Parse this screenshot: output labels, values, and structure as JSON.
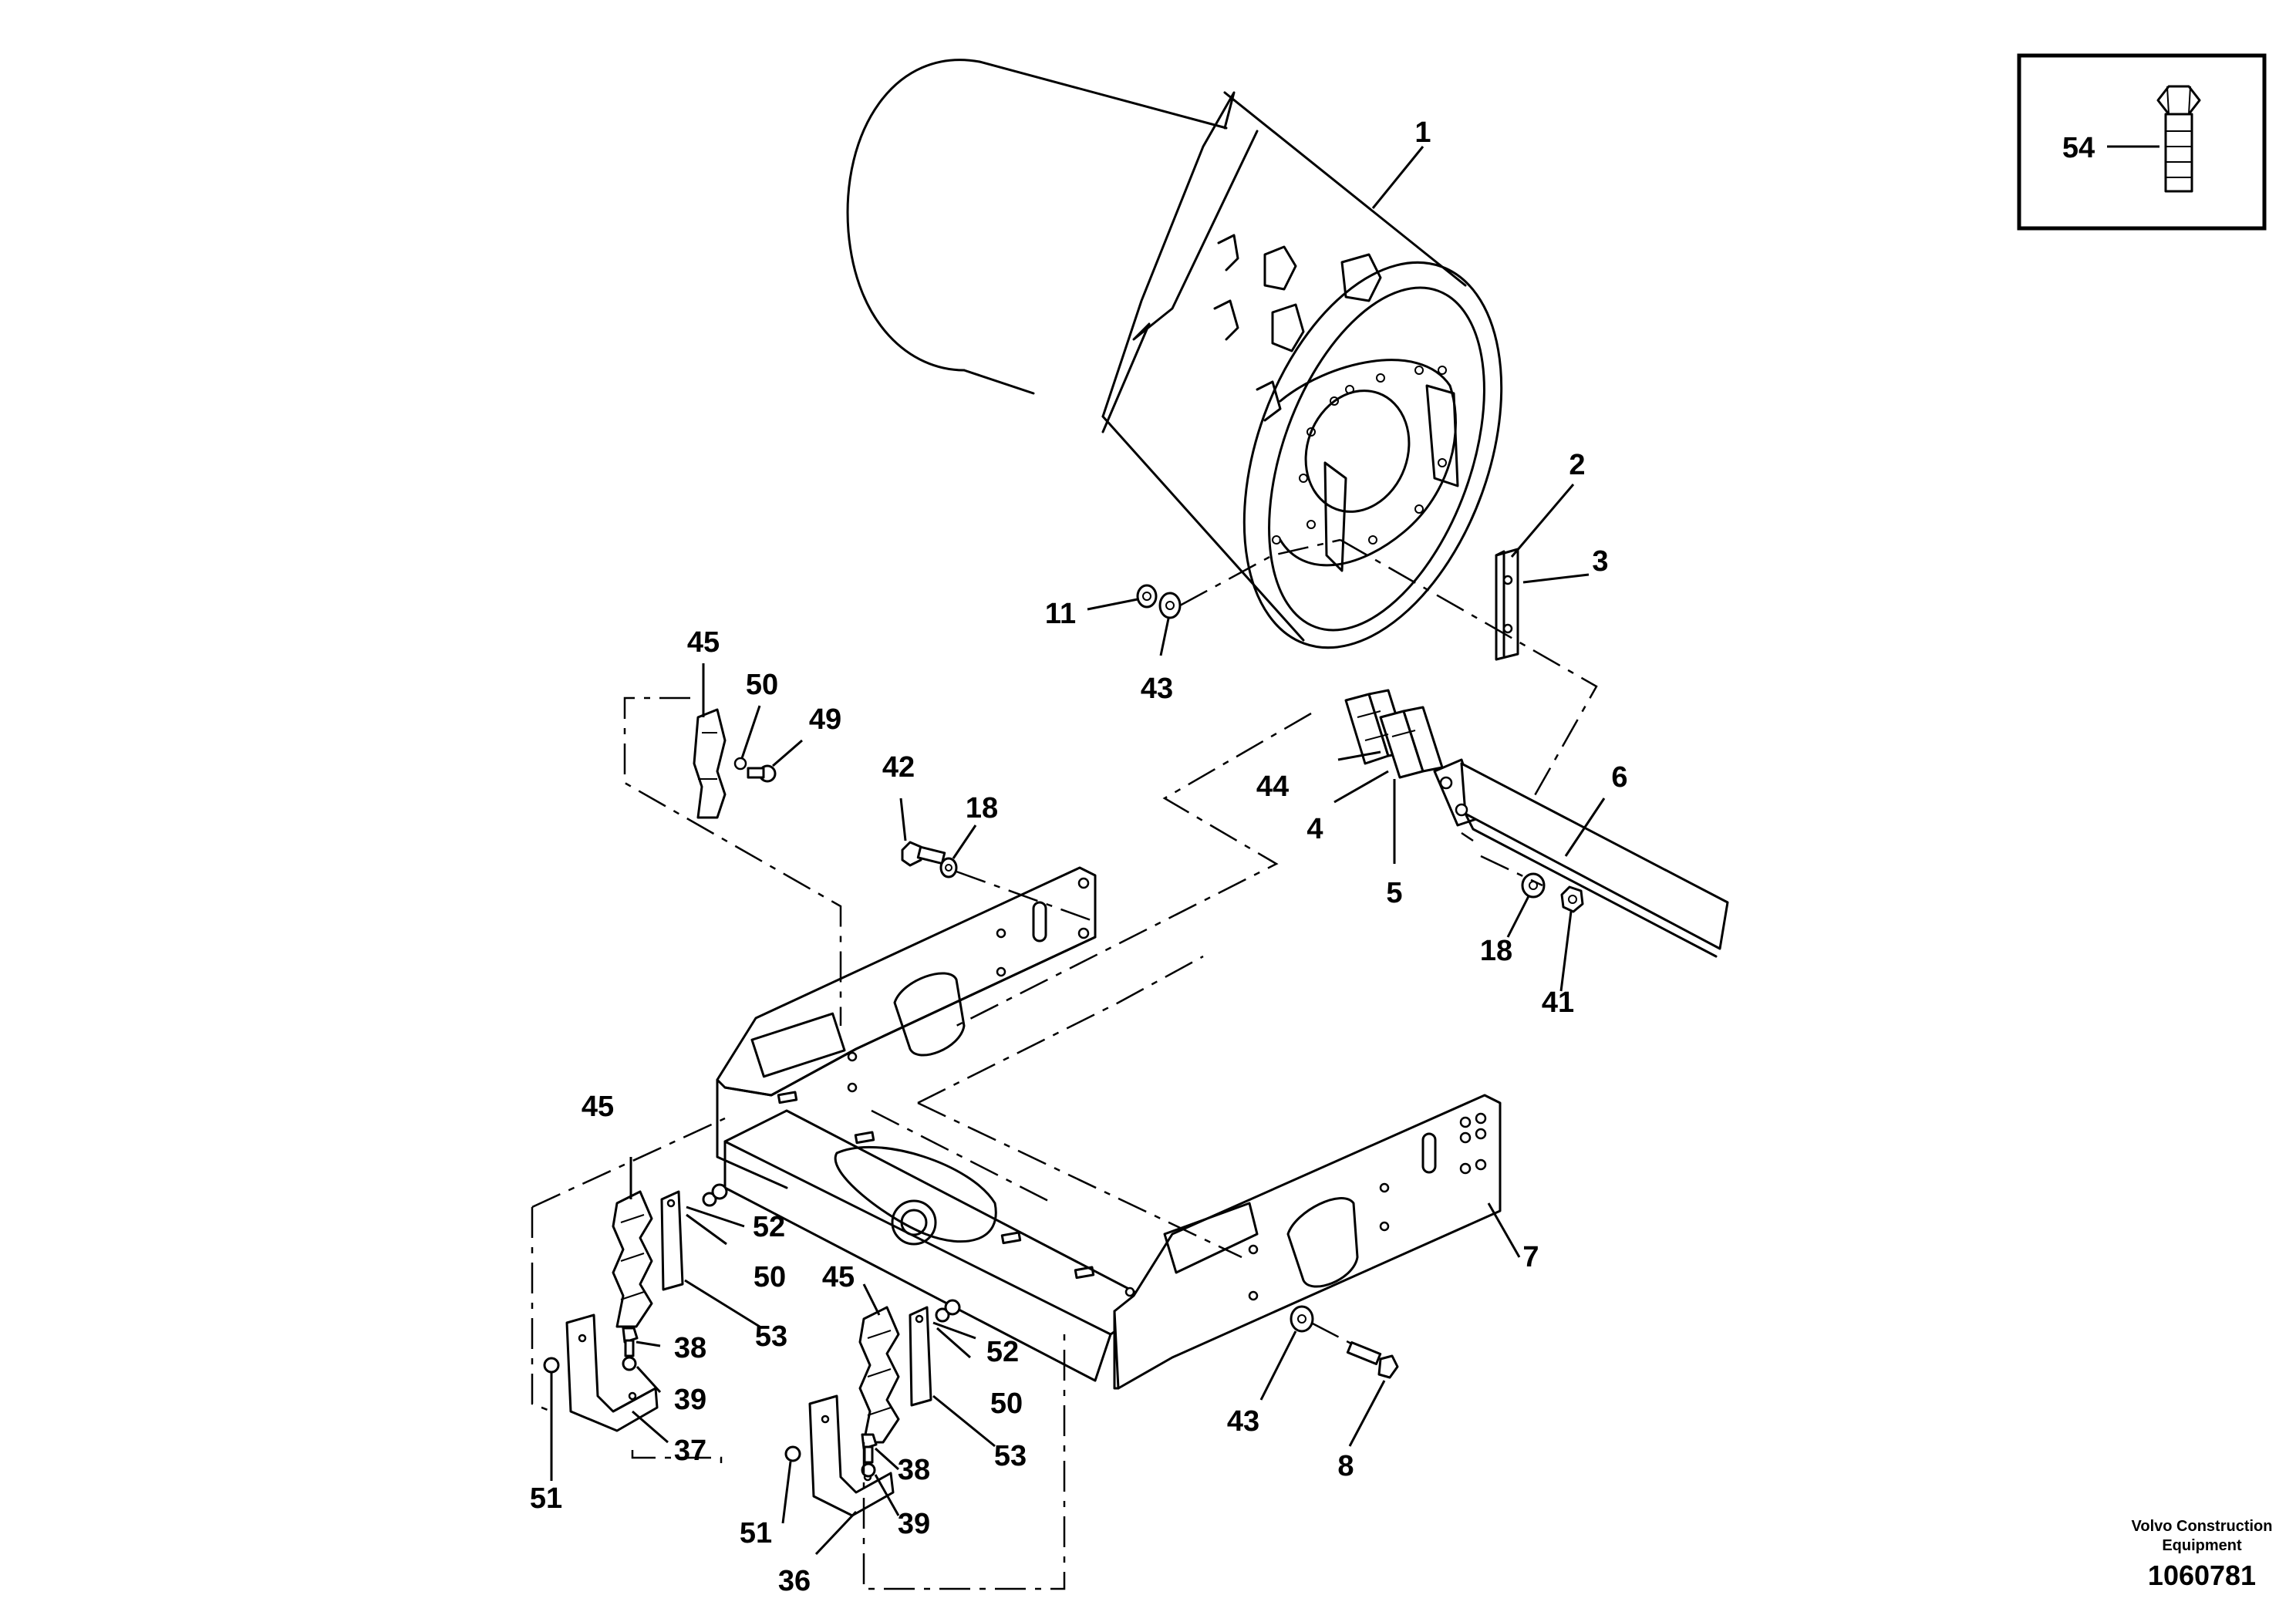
{
  "labels": {
    "p1": "1",
    "p2": "2",
    "p3": "3",
    "p4": "4",
    "p5": "5",
    "p6": "6",
    "p7": "7",
    "p8": "8",
    "p11": "11",
    "p18a": "18",
    "p18b": "18",
    "p36": "36",
    "p37": "37",
    "p38a": "38",
    "p38b": "38",
    "p39a": "39",
    "p39b": "39",
    "p41": "41",
    "p42": "42",
    "p43a": "43",
    "p43b": "43",
    "p44": "44",
    "p45a": "45",
    "p45b": "45",
    "p45c": "45",
    "p49": "49",
    "p50a": "50",
    "p50b": "50",
    "p50c": "50",
    "p51a": "51",
    "p51b": "51",
    "p52a": "52",
    "p52b": "52",
    "p53a": "53",
    "p53b": "53",
    "p54": "54"
  },
  "footer": {
    "brand_line1": "Volvo Construction",
    "brand_line2": "Equipment",
    "drawing_number": "1060781"
  }
}
